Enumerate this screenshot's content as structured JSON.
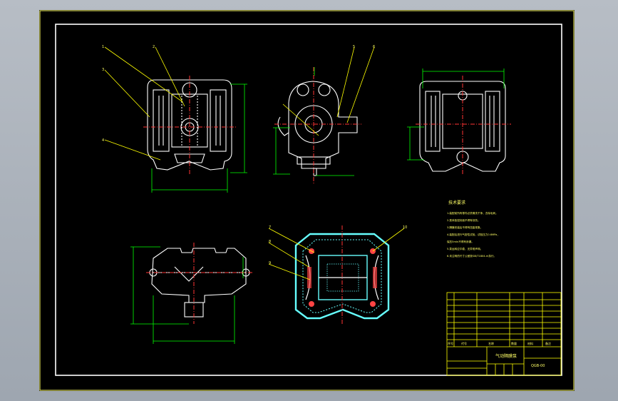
{
  "drawing": {
    "colors": {
      "background": "#000000",
      "frame": "#ffffff",
      "outer_border": "#ffff66",
      "dimension": "#00ff00",
      "leader": "#ffff00",
      "part": "#ffffff",
      "section": "#66ffff",
      "hatch": "#ff4444",
      "title_block": "#ffff00"
    },
    "balloons": [
      "1",
      "2",
      "3",
      "4",
      "5",
      "6",
      "7",
      "8",
      "9",
      "10"
    ],
    "notes": {
      "heading": "技术要求",
      "lines": [
        "1.装配前所有零件必须清洗干净，去除毛刺。",
        "2.泵体各密封面不得有划伤。",
        "3.隔膜安装后不得有扭曲现象。",
        "4.装配后进行气密性试验，试验压力0.6MPa，",
        "保压5min不得有渗漏。",
        "5.泵运转应平稳，无异常声响。",
        "6.未注明的尺寸公差按GB/T1804-m执行。"
      ]
    },
    "title_block": {
      "col_headers": [
        "序号",
        "代号",
        "名称",
        "数量",
        "材料",
        "备注"
      ],
      "title": "气动隔膜泵",
      "drawing_no": "QGB-00"
    }
  }
}
